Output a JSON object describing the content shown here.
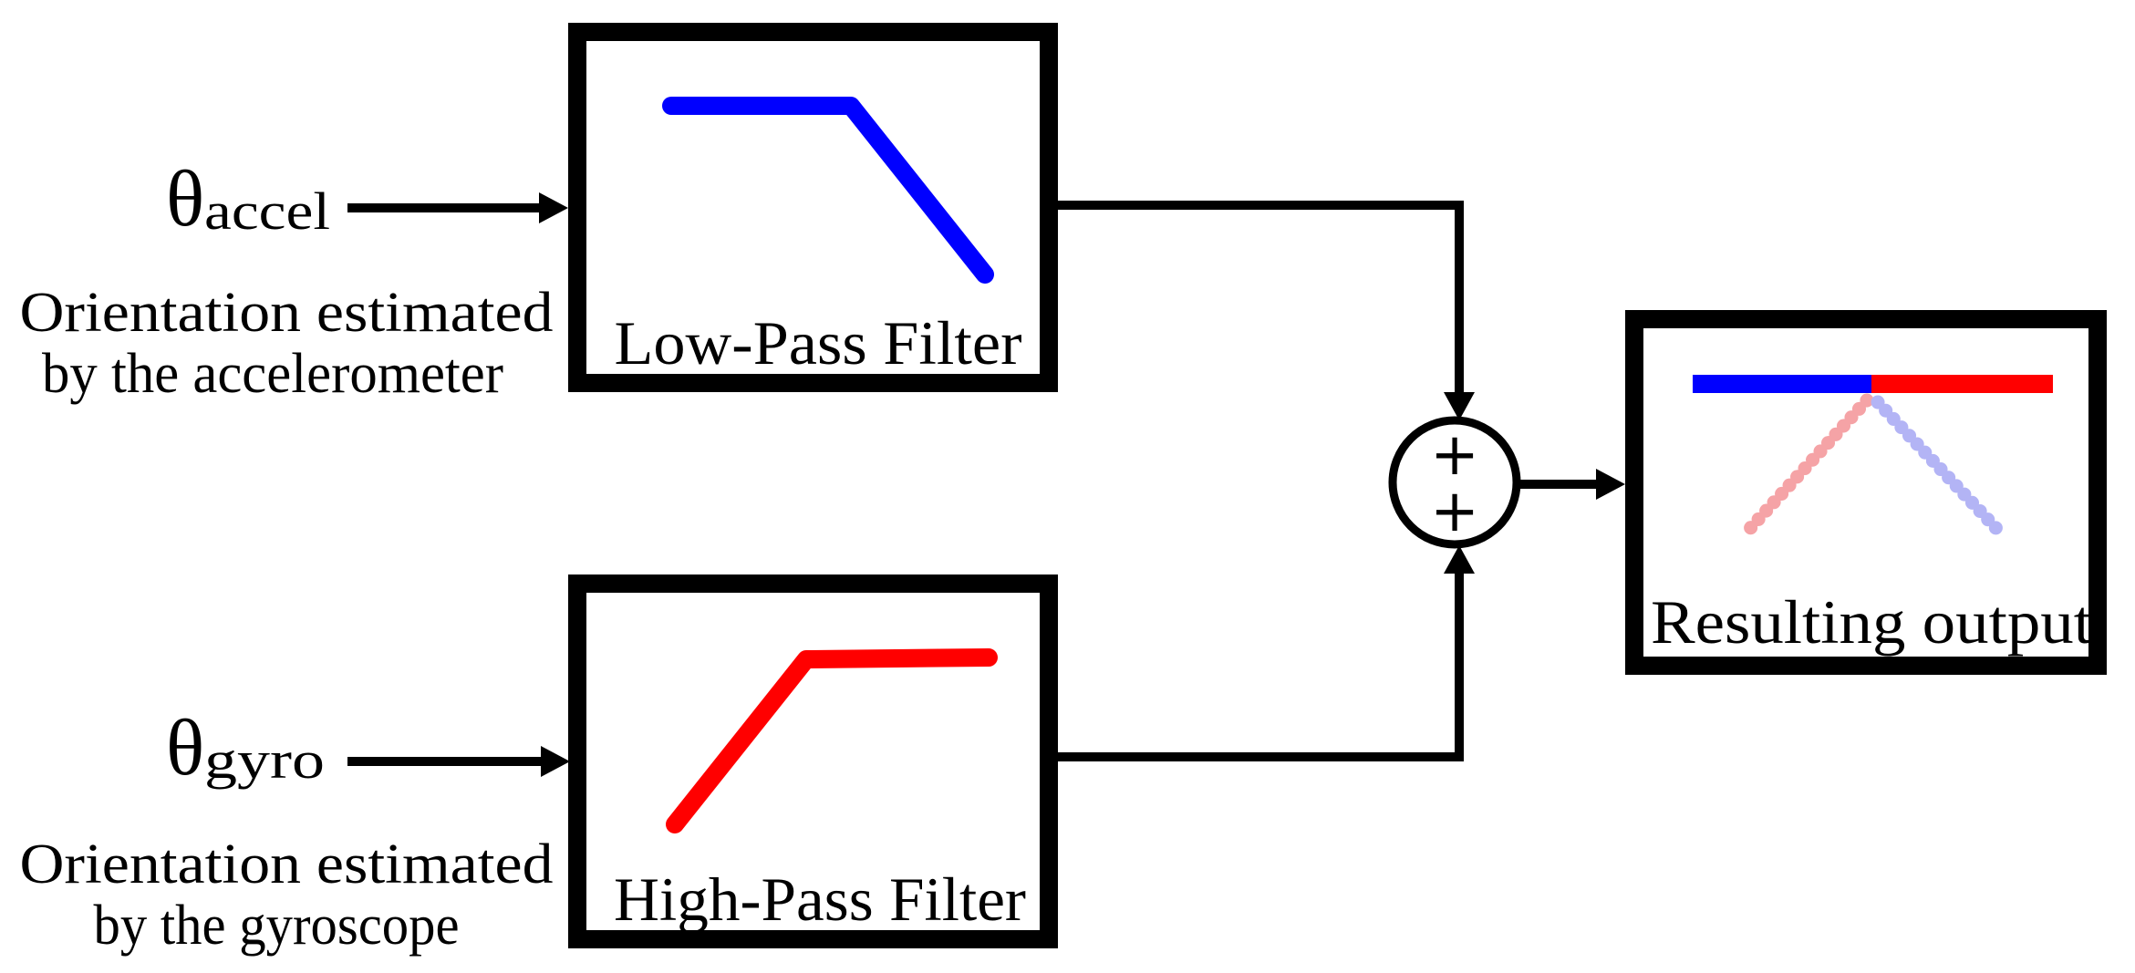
{
  "diagram": {
    "title_semantic": "Complementary filter block diagram",
    "inputs": {
      "accel": {
        "symbol": "θ",
        "subscript": "accel",
        "caption_line1": "Orientation estimated",
        "caption_line2": "by the accelerometer"
      },
      "gyro": {
        "symbol": "θ",
        "subscript": "gyro",
        "caption_line1": "Orientation estimated",
        "caption_line2": "by the gyroscope"
      }
    },
    "blocks": {
      "low_pass": {
        "label": "Low-Pass Filter"
      },
      "high_pass": {
        "label": "High-Pass Filter"
      },
      "output": {
        "label": "Resulting output"
      }
    },
    "summing_junction": {
      "operator_top": "+",
      "operator_bottom": "+"
    },
    "colors": {
      "black": "#000000",
      "low_pass_curve_blue": "#0000ff",
      "high_pass_curve_red": "#ff0000",
      "output_blue_segment": "#0000ff",
      "output_red_segment": "#ff0000",
      "faded_red": "#f5a3a6",
      "faded_blue": "#b3b4f5",
      "background": "#ffffff"
    }
  }
}
